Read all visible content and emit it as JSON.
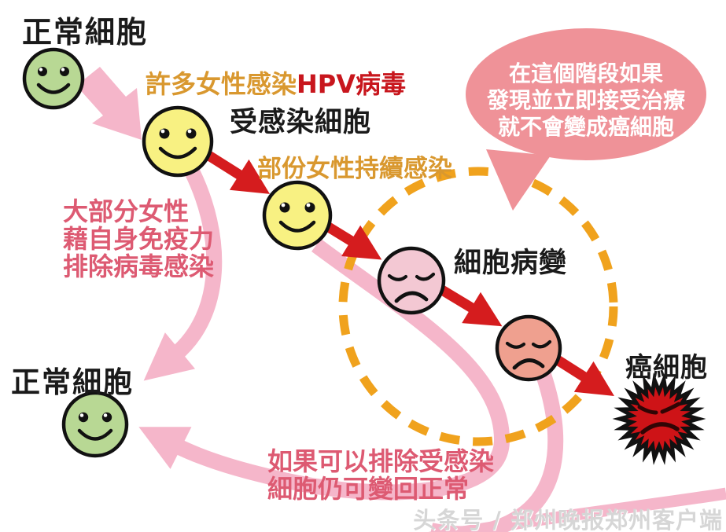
{
  "diagram": {
    "labels": {
      "normal_cell_top": "正常細胞",
      "infected_cell": "受感染細胞",
      "cell_lesion": "細胞病變",
      "cancer_cell": "癌細胞",
      "normal_cell_bottom": "正常細胞"
    },
    "annotations": {
      "many_women_prefix": "許多女性感染",
      "many_women_hpv": "HPV病毒",
      "partial_women": "部份女性持續感染",
      "immunity_lines": [
        "大部分女性",
        "藉自身免疫力",
        "排除病毒感染"
      ],
      "recover_lines": [
        "如果可以排除受感染",
        "細胞仍可變回正常"
      ],
      "bubble_lines": [
        "在這個階段如果",
        "發現並立即接受治療",
        "就不會變成癌細胞"
      ]
    },
    "watermark": "头条号 / 郑州晚报郑州客户端",
    "icons": {
      "normal_cell": "happy-face",
      "infected_cell": "happy-face",
      "lesion_cell": "sad-face",
      "cancer_cell": "spiky-angry-cell"
    },
    "colors": {
      "background": "#FFFFFF",
      "dashed_circle_orange": "#F0A21D",
      "pink_arrow": "#F5B6CA",
      "red_arrow": "#D51C1E",
      "speech_bubble": "#EF9298",
      "bubble_text": "#FFFFFF",
      "pink_text": "#DD5A72",
      "orange_text": "#D9982F",
      "hpv_red_text": "#C8161D",
      "black_text": "#1A1A1A",
      "green_cell": "#B8D894",
      "yellow_cell": "#F8F182",
      "pink_cell": "#F3C8D3",
      "salmon_cell": "#EFA08F",
      "cancer_red": "#CE1317",
      "watermark_gray": "#D6D6D6"
    }
  }
}
